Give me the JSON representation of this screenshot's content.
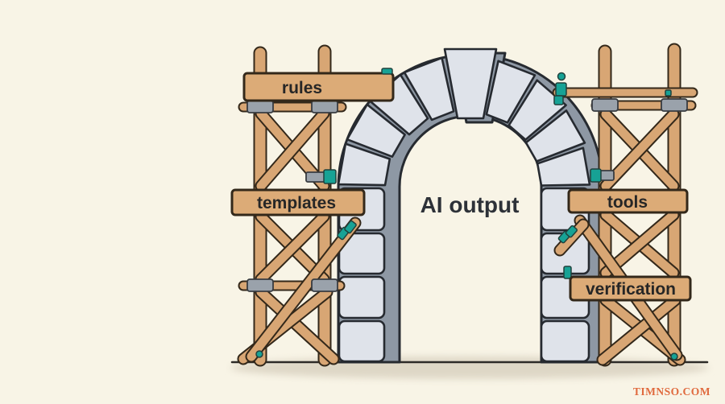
{
  "colors": {
    "bg": "#f8f4e6",
    "wood": "#d8a674",
    "wood2": "#dcab77",
    "outline": "#33281a",
    "stone": "#dfe3ea",
    "stoneline": "#262a30",
    "band": "#8e98a4",
    "clamp": "#9aa2ab",
    "teal": "#17a295",
    "ink": "#262626",
    "ink2": "#2d3138",
    "wm": "#e06a3e",
    "shadow": "#ded7c6",
    "groundline": "#2d2b28"
  },
  "arch": {
    "label": "AI output"
  },
  "planks": {
    "rules": "rules",
    "templates": "templates",
    "tools": "tools",
    "verification": "verification"
  },
  "watermark": {
    "text": "TIMNSO.COM"
  }
}
